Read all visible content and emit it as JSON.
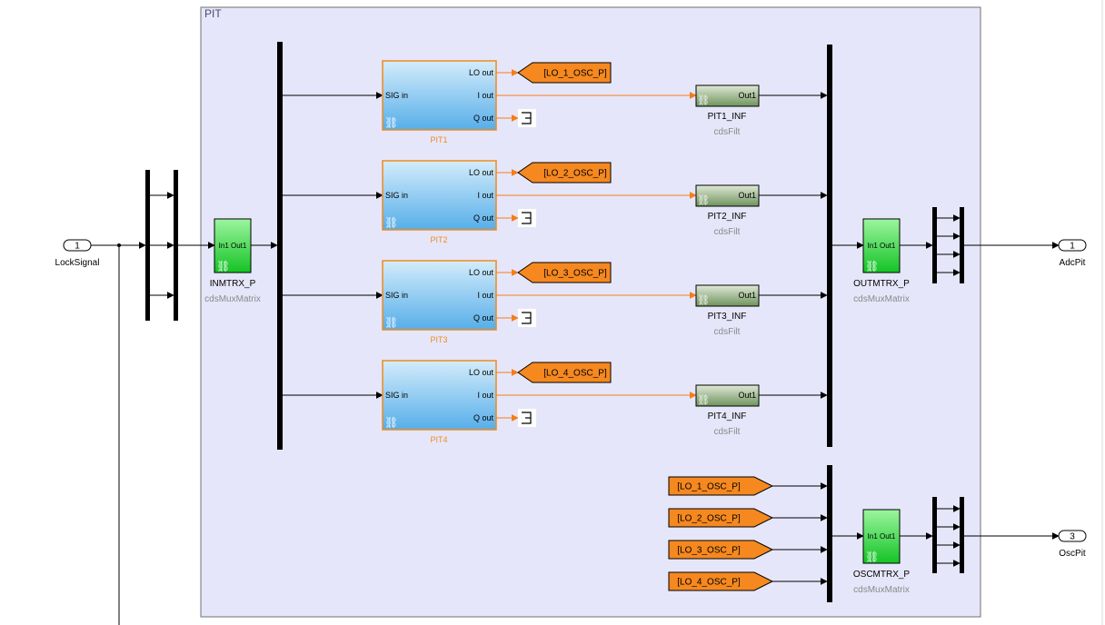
{
  "subsystem": {
    "label": "PIT"
  },
  "colors": {
    "subsystem_fill": "#e6e6fa",
    "subsystem_stroke": "#707070",
    "filter_bank_fill_top": "#d4ecfb",
    "filter_bank_fill_bottom": "#56aee9",
    "block_orange": "#f08a1c",
    "goto_orange": "#f5881f",
    "matrix_green": "#1bcc2f",
    "filt_green": "#8aa87a",
    "wire": "#000000",
    "orange_wire": "#f47d17"
  },
  "ports": {
    "inputs": [
      {
        "number": "1",
        "name": "LockSignal"
      }
    ],
    "outputs": [
      {
        "number": "1",
        "name": "AdcPit"
      },
      {
        "number": "3",
        "name": "OscPit"
      }
    ]
  },
  "matrices": {
    "in": {
      "name": "INMTRX_P",
      "library": "cdsMuxMatrix",
      "port_label": "In1 Out1"
    },
    "out": {
      "name": "OUTMTRX_P",
      "library": "cdsMuxMatrix",
      "port_label": "In1 Out1"
    },
    "osc": {
      "name": "OSCMTRX_P",
      "library": "cdsMuxMatrix",
      "port_label": "In1 Out1"
    }
  },
  "filter_banks": [
    {
      "name": "PIT1",
      "in_port": "SIG in",
      "out_ports": [
        "LO out",
        "I out",
        "Q out"
      ],
      "goto": "[LO_1_OSC_P]"
    },
    {
      "name": "PIT2",
      "in_port": "SIG in",
      "out_ports": [
        "LO out",
        "I out",
        "Q out"
      ],
      "goto": "[LO_2_OSC_P]"
    },
    {
      "name": "PIT3",
      "in_port": "SIG in",
      "out_ports": [
        "LO out",
        "I out",
        "Q out"
      ],
      "goto": "[LO_3_OSC_P]"
    },
    {
      "name": "PIT4",
      "in_port": "SIG in",
      "out_ports": [
        "LO out",
        "I out",
        "Q out"
      ],
      "goto": "[LO_4_OSC_P]"
    }
  ],
  "filters": [
    {
      "name": "PIT1_INF",
      "library": "cdsFilt",
      "port_label": "Out1"
    },
    {
      "name": "PIT2_INF",
      "library": "cdsFilt",
      "port_label": "Out1"
    },
    {
      "name": "PIT3_INF",
      "library": "cdsFilt",
      "port_label": "Out1"
    },
    {
      "name": "PIT4_INF",
      "library": "cdsFilt",
      "port_label": "Out1"
    }
  ],
  "from_tags": [
    "[LO_1_OSC_P]",
    "[LO_2_OSC_P]",
    "[LO_3_OSC_P]",
    "[LO_4_OSC_P]"
  ]
}
